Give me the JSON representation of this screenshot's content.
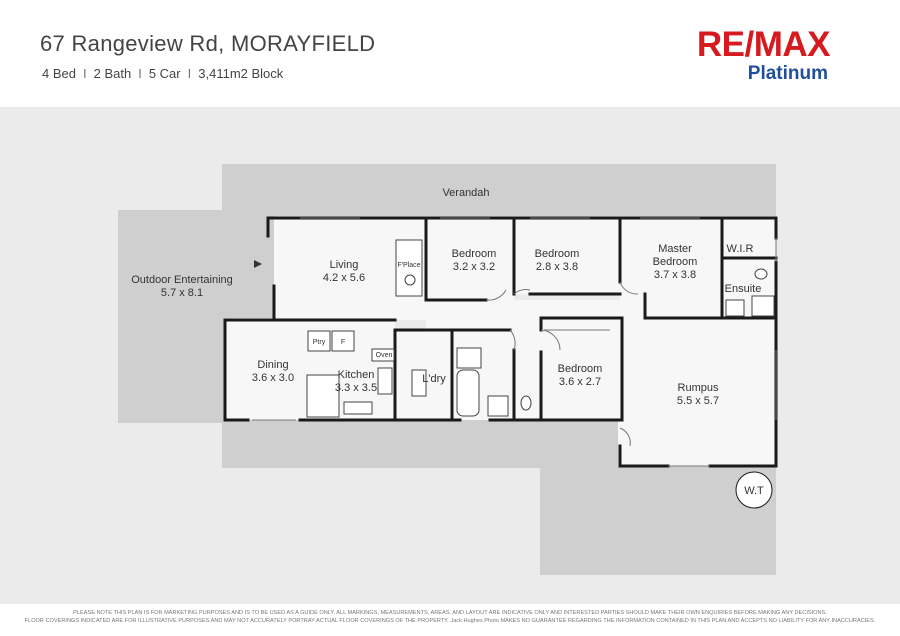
{
  "header": {
    "address": "67 Rangeview Rd, MORAYFIELD",
    "specs": [
      "4 Bed",
      "2 Bath",
      "5 Car",
      "3,411m2 Block"
    ],
    "separator": "I"
  },
  "logo": {
    "main": "RE/MAX",
    "sub": "Platinum",
    "main_color": "#d71920",
    "sub_color": "#1f4e9f"
  },
  "rooms": {
    "verandah": {
      "name": "Verandah"
    },
    "outdoor": {
      "name": "Outdoor Entertaining",
      "size": "5.7 x 8.1"
    },
    "living": {
      "name": "Living",
      "size": "4.2 x 5.6"
    },
    "fplace": {
      "name": "F'Place"
    },
    "bedroom1": {
      "name": "Bedroom",
      "size": "3.2 x 3.2"
    },
    "bedroom2": {
      "name": "Bedroom",
      "size": "2.8 x 3.8"
    },
    "master": {
      "name1": "Master",
      "name2": "Bedroom",
      "size": "3.7 x 3.8"
    },
    "wir": {
      "name": "W.I.R"
    },
    "ensuite": {
      "name": "Ensuite"
    },
    "dining": {
      "name": "Dining",
      "size": "3.6 x 3.0"
    },
    "ptry": {
      "name": "Ptry"
    },
    "fridge": {
      "name": "F"
    },
    "oven": {
      "name": "Oven"
    },
    "kitchen": {
      "name": "Kitchen",
      "size": "3.3 x 3.5"
    },
    "laundry": {
      "name": "L'dry"
    },
    "bedroom3": {
      "name": "Bedroom",
      "size": "3.6 x 2.7"
    },
    "rumpus": {
      "name": "Rumpus",
      "size": "5.5 x 5.7"
    },
    "wt": {
      "name": "W.T"
    }
  },
  "disclaimer": [
    "PLEASE NOTE THIS PLAN IS FOR MARKETING PURPOSES AND IS TO BE USED AS A GUIDE ONLY.  ALL MARKINGS, MEASUREMENTS, AREAS, AND LAYOUT ARE INDICATIVE ONLY AND INTERESTED PARTIES SHOULD MAKE THEIR OWN ENQUIRIES BEFORE MAKING ANY DECISIONS.",
    "FLOOR COVERINGS INDICATED ARE FOR ILLUSTRATIVE PURPOSES AND MAY NOT ACCURATELY PORTRAY ACTUAL FLOOR COVERINGS OF THE PROPERTY.  Jack Hughes Photo MAKES NO GUARANTEE REGARDING THE INFORMATION CONTAINED IN THIS PLAN AND ACCEPTS NO LIABILITY FOR ANY INACCURACIES."
  ],
  "colors": {
    "plan_background": "#ebebeb",
    "outdoor_fill": "#cfcfcf",
    "interior_fill": "#f7f7f7",
    "wall": "#1a1a1a"
  }
}
